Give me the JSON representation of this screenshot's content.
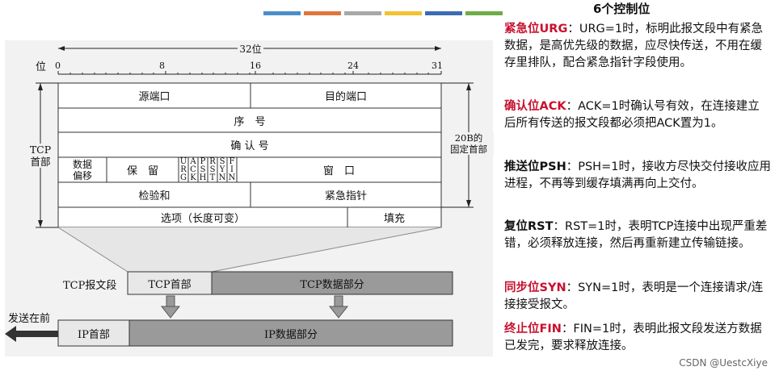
{
  "header": {
    "title": "6个控制位",
    "strip_colors": [
      "#4a8ec9",
      "#e0753c",
      "#a8a8a8",
      "#f2c230",
      "#3d6bb3",
      "#6fac46"
    ]
  },
  "diagram": {
    "width_label": "32位",
    "bit_label": "位",
    "bit_ticks": [
      "0",
      "8",
      "16",
      "24",
      "31"
    ],
    "tcp_header_label": "TCP\n首部",
    "fixed_header_label": "20B的\n固定首部",
    "rows": {
      "source_port": "源端口",
      "dest_port": "目的端口",
      "sequence": "序　号",
      "ack_number": "确 认 号",
      "data_offset": "数据\n偏移",
      "reserved": "保　留",
      "flags": [
        "URG",
        "ACK",
        "PSH",
        "RST",
        "SYN",
        "FIN"
      ],
      "window": "窗　口",
      "checksum": "检验和",
      "urgent_pointer": "紧急指针",
      "options": "选项（长度可变）",
      "padding": "填充"
    },
    "tcp_segment_label": "TCP报文段",
    "tcp_header_box": "TCP首部",
    "tcp_data_box": "TCP数据部分",
    "send_first_label": "发送在前",
    "ip_header_box": "IP首部",
    "ip_data_box": "IP数据部分"
  },
  "control_bits": [
    {
      "name": "紧急位URG",
      "text": "：URG=1时，标明此报文段中有紧急数据，是高优先级的数据，应尽快传送，不用在缓存里排队，配合紧急指针字段使用。",
      "color": "red"
    },
    {
      "name": "确认位ACK",
      "text": "：ACK=1时确认号有效，在连接建立后所有传送的报文段都必须把ACK置为1。",
      "color": "red"
    },
    {
      "name": "推送位PSH",
      "text": "：PSH=1时，接收方尽快交付接收应用进程，不再等到缓存填满再向上交付。",
      "color": "dark"
    },
    {
      "name": "复位RST",
      "text": "：RST=1时，表明TCP连接中出现严重差错，必须释放连接，然后再重新建立传输链接。",
      "color": "dark"
    },
    {
      "name": "同步位SYN",
      "text": "：SYN=1时，表明是一个连接请求/连接接受报文。",
      "color": "red"
    },
    {
      "name": "终止位FIN",
      "text": "：FIN=1时，表明此报文段发送方数据已发完，要求释放连接。",
      "color": "red"
    }
  ],
  "watermark": "CSDN @UestcXiye"
}
